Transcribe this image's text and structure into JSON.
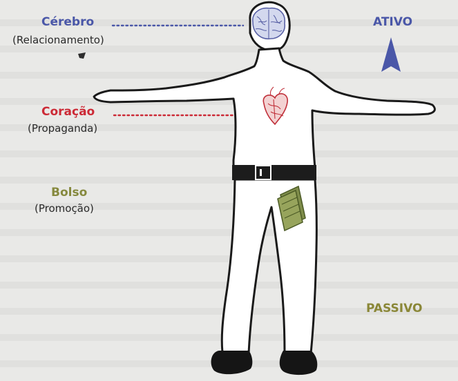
{
  "levels": [
    {
      "title": "Cérebro",
      "subtitle": "(Relacionamento)",
      "color": "#4a57a8",
      "icon": "brain-icon"
    },
    {
      "title": "Coração",
      "subtitle": "(Propaganda)",
      "color": "#cc2a36",
      "icon": "heart-icon"
    },
    {
      "title": "Bolso",
      "subtitle": "(Promoção)",
      "color": "#86893e",
      "icon": "wallet-icon"
    }
  ],
  "scale": {
    "top_label": "ATIVO",
    "bottom_label": "PASSIVO",
    "top_color": "#4a57a8",
    "bottom_color": "#8a8737"
  }
}
